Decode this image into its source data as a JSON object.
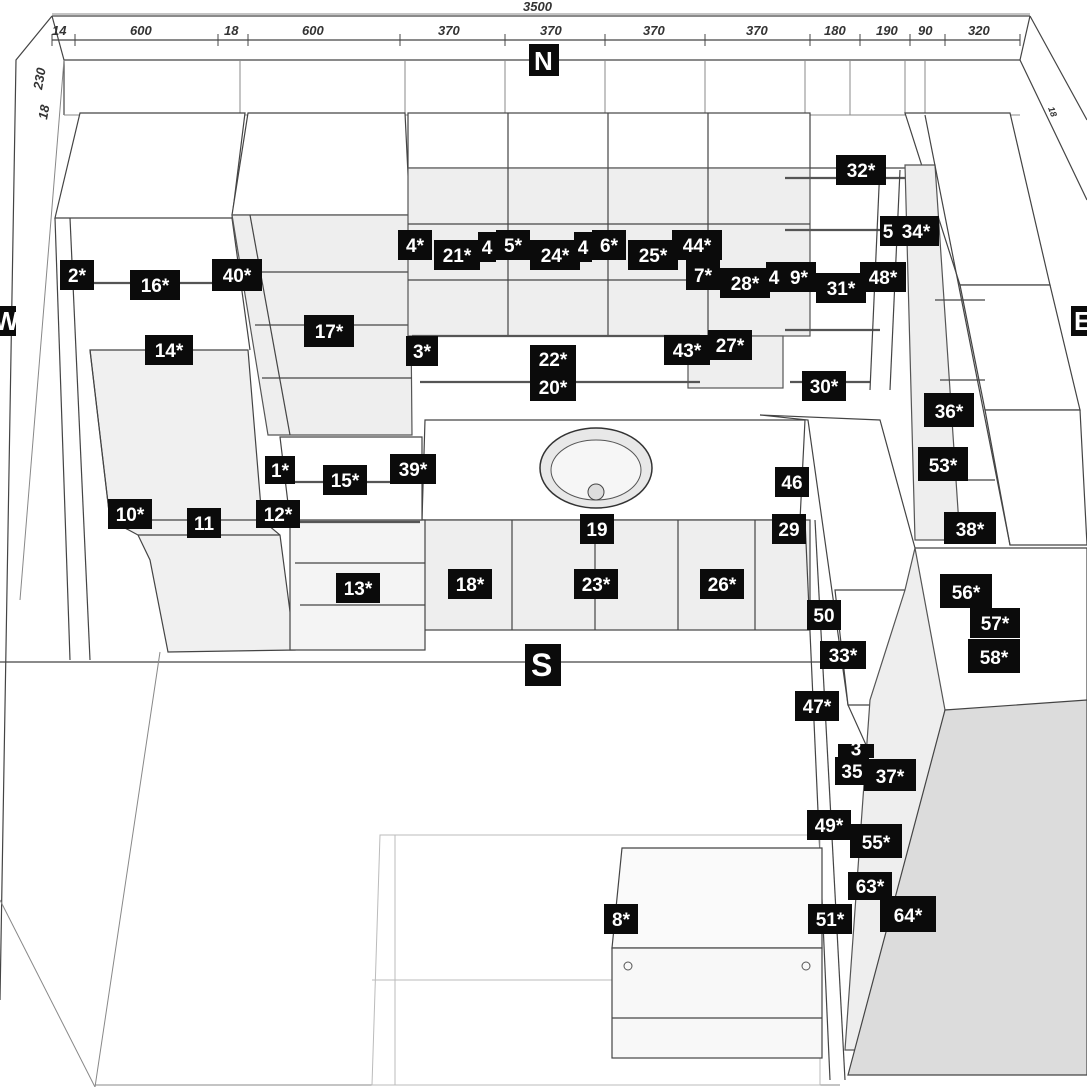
{
  "dimensions": {
    "total_width": "3500",
    "segments": [
      "14",
      "600",
      "18",
      "600",
      "370",
      "370",
      "370",
      "370",
      "180",
      "190",
      "90",
      "320"
    ],
    "left_depth": [
      "230",
      "18"
    ],
    "right_depth": "18"
  },
  "compass": {
    "north": "N",
    "south": "S",
    "west": "W",
    "east": "E"
  },
  "labels": [
    "1*",
    "2*",
    "3*",
    "4*",
    "5*",
    "6*",
    "7*",
    "8*",
    "9*",
    "10*",
    "11",
    "12*",
    "13*",
    "14*",
    "15*",
    "16*",
    "17*",
    "18*",
    "19",
    "20*",
    "21*",
    "22*",
    "23*",
    "24*",
    "25*",
    "26*",
    "27*",
    "28*",
    "29",
    "30*",
    "31*",
    "32*",
    "33*",
    "34*",
    "35",
    "36*",
    "37*",
    "38*",
    "39*",
    "40*",
    "43*",
    "44*",
    "46",
    "47*",
    "48*",
    "49*",
    "50",
    "51*",
    "53*",
    "55*",
    "56*",
    "57*",
    "58*",
    "63*",
    "64*",
    "4",
    "4",
    "4",
    "5",
    "3"
  ]
}
